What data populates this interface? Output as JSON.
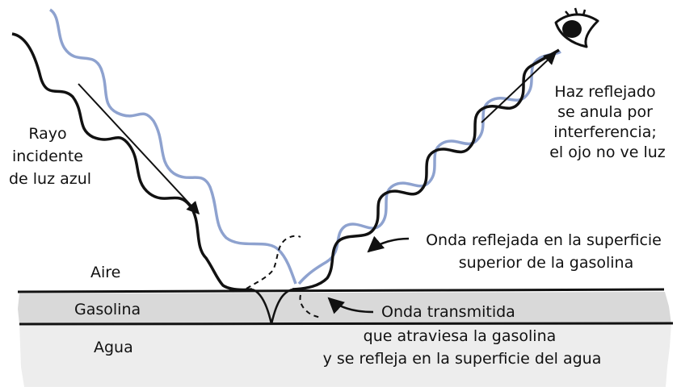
{
  "colors": {
    "background": "#ffffff",
    "ink": "#111111",
    "blue_wave": "#8ea2cf",
    "gasoline_layer": "#d9d9d9",
    "water_layer": "#ededed"
  },
  "icons": {
    "observer": "eye-icon"
  },
  "labels": {
    "incident_ray": [
      "Rayo",
      "incidente",
      "de luz azul"
    ],
    "reflected_beam": [
      "Haz reflejado",
      "se anula por",
      "interferencia;",
      "el ojo no ve luz"
    ],
    "top_surface_wave": [
      "Onda reflejada en la superficie",
      "superior de la gasolina"
    ],
    "transmitted_wave": [
      "Onda transmitida",
      "que atraviesa la gasolina",
      "y se refleja en la superficie del agua"
    ],
    "layers": {
      "air": "Aire",
      "gasoline": "Gasolina",
      "water": "Agua"
    }
  }
}
